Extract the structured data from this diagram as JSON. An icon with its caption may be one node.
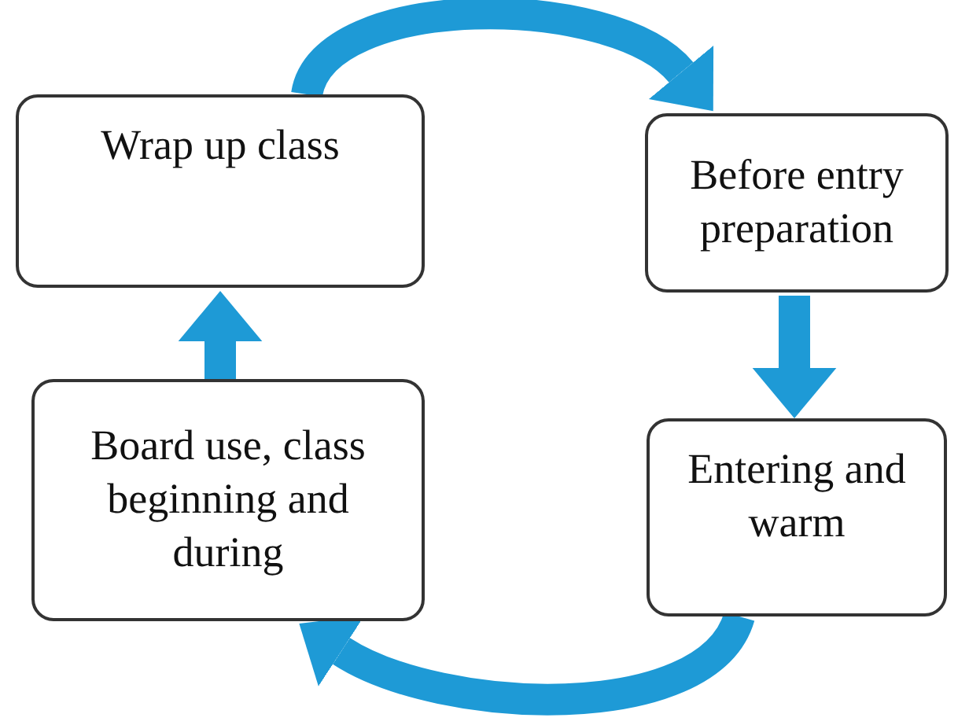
{
  "diagram": {
    "nodes": [
      {
        "text": [
          "Wrap up class"
        ]
      },
      {
        "text": [
          "Before entry preparation"
        ]
      },
      {
        "text": [
          "Entering and warm"
        ]
      },
      {
        "text": [
          "Board use, class beginning and during"
        ]
      }
    ],
    "edges": [
      {
        "from": 0,
        "to": 1,
        "arrow": "to"
      },
      {
        "from": 1,
        "to": 2,
        "arrow": "to"
      },
      {
        "from": 2,
        "to": 3,
        "arrow": "to"
      },
      {
        "from": 3,
        "to": 0,
        "arrow": "to"
      }
    ]
  }
}
